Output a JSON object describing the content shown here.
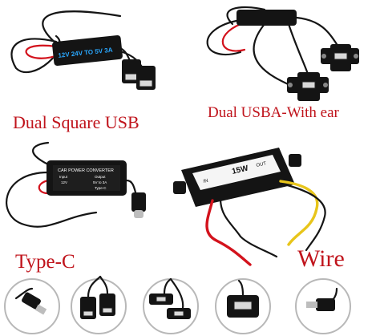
{
  "labels": {
    "dual_square_usb": "Dual Square USB",
    "dual_usba_with_ear": "Dual USBA-With ear",
    "type_c": "Type-C",
    "wire": "Wire"
  },
  "stickers": {
    "dual_square": "12V 24V TO 5V 3A",
    "type_c_title": "CAR POWER CONVERTER",
    "type_c_input": "Input",
    "type_c_output": "Output",
    "type_c_in_val": "12V",
    "type_c_out_val": "5V to 3A",
    "type_c_kind": "Type-C",
    "wire_power": "15W",
    "wire_in": "IN",
    "wire_out": "OUT"
  },
  "colors": {
    "label_red": "#c0141c",
    "wire_red": "#d3121c",
    "wire_black": "#151515",
    "wire_yellow": "#e8c51a",
    "sticker_blue": "#2aa8ff"
  },
  "connector_icons": [
    "mini-usb-icon",
    "dual-usb-a-icon",
    "dual-usb-ear-icon",
    "usb-a-female-icon",
    "micro-usb-angle-icon"
  ]
}
